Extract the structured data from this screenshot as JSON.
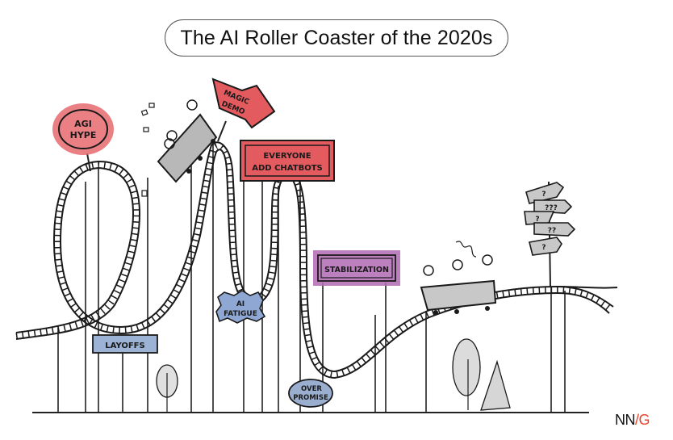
{
  "title": "The AI Roller Coaster of the 2020s",
  "signs": {
    "agi_hype": {
      "line1": "AGI",
      "line2": "HYPE",
      "color": "#e66a6e"
    },
    "magic_demo": {
      "line1": "MAGIC",
      "line2": "DEMO",
      "color": "#e35b5f"
    },
    "everyone_add_chatbots": {
      "line1": "EVERYONE",
      "line2": "ADD CHATBOTS",
      "color": "#e35b5f"
    },
    "layoffs": {
      "label": "LAYOFFS",
      "color": "#9db3d6"
    },
    "ai_fatigue": {
      "line1": "AI",
      "line2": "FATIGUE",
      "color": "#8ea7d3"
    },
    "over_promise": {
      "line1": "OVER",
      "line2": "PROMISE",
      "color": "#9aaed0"
    },
    "stabilization": {
      "label": "STABILIZATION",
      "color": "#b06ab3"
    }
  },
  "signpost": {
    "arrows": [
      "?",
      "???",
      "?",
      "??",
      "?"
    ],
    "color": "#c8c8c8"
  },
  "logo": {
    "nn": "NN",
    "g": "/G",
    "accent": "#e8452c"
  }
}
